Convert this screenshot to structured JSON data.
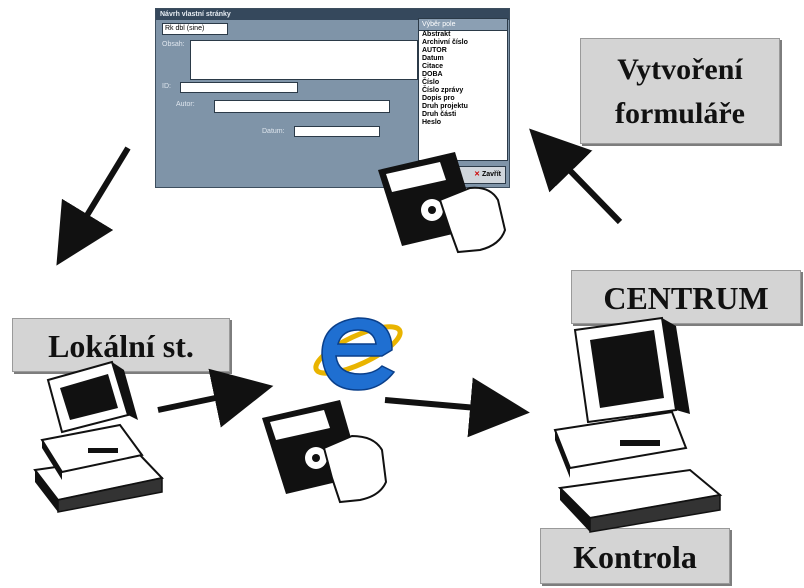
{
  "labels": {
    "form_creation_line1": "Vytvoření",
    "form_creation_line2": "formuláře",
    "center": "CENTRUM",
    "local_station": "Lokální st.",
    "control": "Kontrola"
  },
  "form_window": {
    "title": "Návrh vlastní stránky",
    "field_label_1": "Obsah:",
    "field_label_2": "ID:",
    "field_label_3": "Autor:",
    "field_label_4": "Datum:",
    "top_field_value": "Rk dbl (sine)",
    "list_header": "Výběr pole",
    "list_items": [
      "Abstrakt",
      "Archivní číslo",
      "AUTOR",
      "Datum",
      "Citace",
      "DOBA",
      "Číslo",
      "Číslo zprávy",
      "Dopis pro",
      "Druh projektu",
      "Druh části",
      "Heslo"
    ],
    "button_label": "Zavřít",
    "button_icon_mark": "✕"
  },
  "colors": {
    "arrow": "#111111",
    "label_bg": "#d4d4d4",
    "form_bg": "#7f94a8",
    "ie_blue": "#1f6fd1",
    "ie_gold": "#e9b400"
  },
  "icons": {
    "floppy": "floppy-disk-icon",
    "computer": "computer-icon",
    "browser": "internet-explorer-icon"
  }
}
